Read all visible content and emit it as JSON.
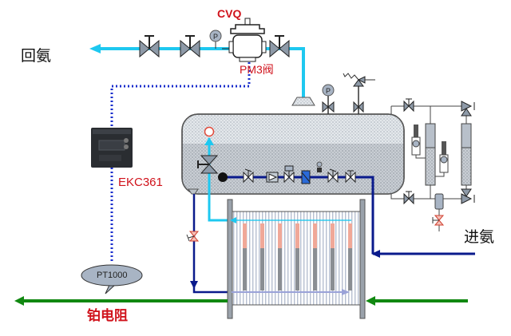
{
  "diagram": {
    "title": "Ammonia liquid level control with PM3 valve and EKC361",
    "labels": {
      "return_ammonia": "回氨",
      "inlet_ammonia": "进氨",
      "valve_cvq": "CVQ",
      "valve_pm3": "PM3阀",
      "controller": "EKC361",
      "sensor_type": "PT1000",
      "sensor_name": "铂电阻"
    },
    "colors": {
      "vapor_line": "#1ec8f0",
      "liquid_line": "#0a1a8c",
      "signal_line": "#1a2ecc",
      "water_line": "#118811",
      "label_red": "#d0121b",
      "valve_gray": "#8e9aa8",
      "vessel_fill": "#d8dde2",
      "tube_hot": "#f0a898",
      "tube_cold": "#8a8e93"
    },
    "components": [
      {
        "id": "return-line-valve-1",
        "type": "stop-valve"
      },
      {
        "id": "return-line-valve-2",
        "type": "stop-valve"
      },
      {
        "id": "pressure-gauge-return",
        "type": "pressure-gauge",
        "symbol": "P"
      },
      {
        "id": "pm3-main-valve",
        "type": "pilot-main-valve"
      },
      {
        "id": "return-line-valve-3",
        "type": "stop-valve"
      },
      {
        "id": "separator-vessel",
        "type": "horizontal-vessel"
      },
      {
        "id": "pressure-gauge-vessel",
        "type": "pressure-gauge",
        "symbol": "P"
      },
      {
        "id": "safety-valve",
        "type": "relief-valve"
      },
      {
        "id": "level-glass-columns",
        "type": "level-indicator"
      },
      {
        "id": "plate-heat-exchanger",
        "type": "heat-exchanger",
        "tube_count": 7
      },
      {
        "id": "ekc361-controller",
        "type": "controller"
      },
      {
        "id": "pt1000-sensor",
        "type": "temperature-sensor"
      }
    ]
  }
}
